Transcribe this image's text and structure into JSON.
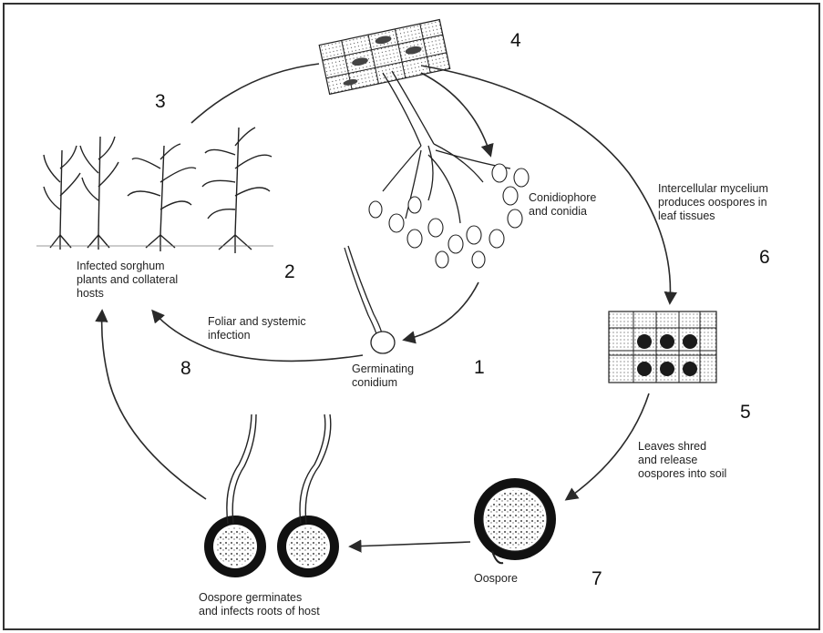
{
  "diagram": {
    "labels": {
      "conidiophore": "Conidiophore\nand conidia",
      "intercellular": "Intercellular mycelium\nproduces oospores in\nleaf tissues",
      "leaves_shred": "Leaves shred\nand release\noospores into soil",
      "oospore": "Oospore",
      "oospore_germinates": "Oospore germinates\nand infects roots of host",
      "germinating": "Germinating\nconidium",
      "foliar": "Foliar and systemic\ninfection",
      "infected": "Infected sorghum\nplants and collateral\nhosts"
    },
    "numbers": {
      "n1": "1",
      "n2": "2",
      "n3": "3",
      "n4": "4",
      "n5": "5",
      "n6": "6",
      "n7": "7",
      "n8": "8"
    }
  },
  "colors": {
    "line": "#2a2a2a",
    "border": "#333333",
    "background": "#ffffff"
  }
}
